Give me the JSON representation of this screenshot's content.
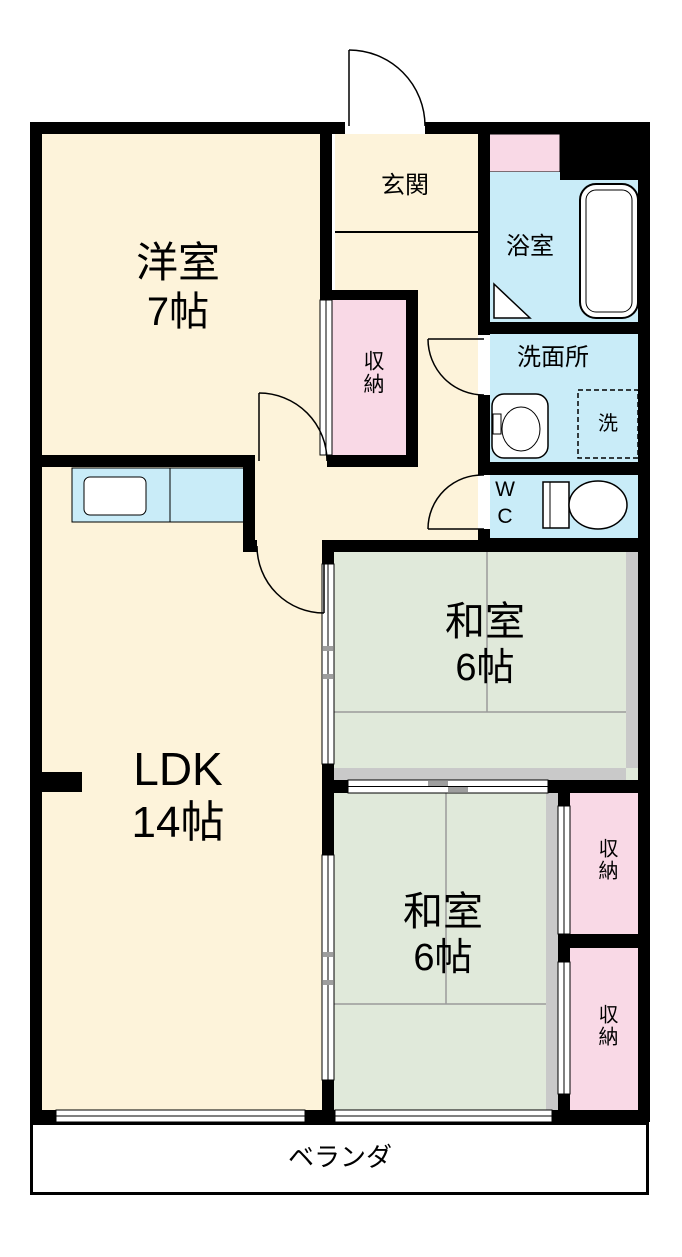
{
  "floorplan": {
    "rooms": {
      "western_room": {
        "name": "洋室",
        "size": "7帖"
      },
      "entrance": {
        "name": "玄関"
      },
      "bathroom": {
        "name": "浴室"
      },
      "washroom": {
        "name": "洗面所"
      },
      "laundry_space": {
        "label": "洗"
      },
      "wc": {
        "label": "W\nC"
      },
      "hall_closet": {
        "name": "収納"
      },
      "ldk": {
        "name": "LDK",
        "size": "14帖"
      },
      "japanese_room_upper": {
        "name": "和室",
        "size": "6帖"
      },
      "japanese_room_lower": {
        "name": "和室",
        "size": "6帖"
      },
      "closet_upper": {
        "name": "収納"
      },
      "closet_lower": {
        "name": "収納"
      },
      "veranda": {
        "name": "ベランダ"
      }
    },
    "colors": {
      "wall": "#000000",
      "floor_cream": "#fdf3da",
      "wet_blue": "#c9ecf8",
      "closet_pink": "#f9d9e6",
      "tatami_green": "#e0e9da",
      "tatami_edge": "#c9c9c9",
      "fixture_white": "#ffffff"
    }
  }
}
